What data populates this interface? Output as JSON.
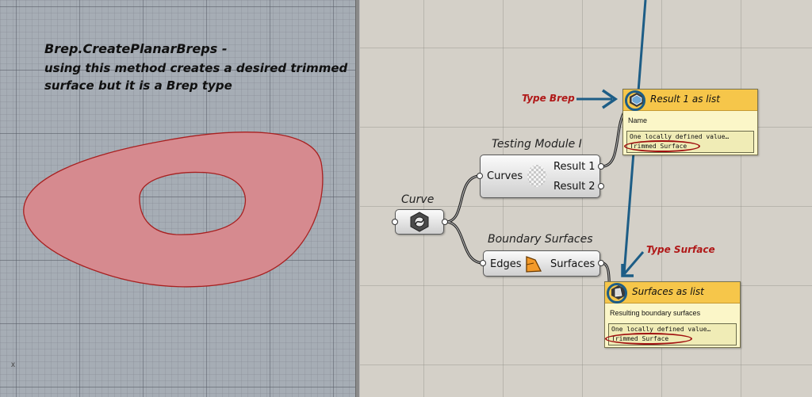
{
  "viewport": {
    "annotation_title": "Brep.CreatePlanarBreps -",
    "annotation_line1": "using this method creates a desired trimmed",
    "annotation_line2": "surface but it is a Brep type",
    "axis_label": "x"
  },
  "components": {
    "curve_param": {
      "title": "Curve"
    },
    "testing_module": {
      "title": "Testing Module I",
      "input": "Curves",
      "outputs": [
        "Result 1",
        "Result 2"
      ]
    },
    "boundary_surfaces": {
      "title": "Boundary Surfaces",
      "input": "Edges",
      "output": "Surfaces"
    }
  },
  "annotations": {
    "type_brep": "Type Brep",
    "type_surface": "Type Surface"
  },
  "panels": {
    "result_panel": {
      "title": "Result 1 as list",
      "description": "Name",
      "line1": "One locally defined value…",
      "line2": "Trimmed Surface"
    },
    "surfaces_panel": {
      "title": "Surfaces as list",
      "description": "Resulting boundary surfaces",
      "line1": "One locally defined value…",
      "line2": "Trimmed Surface"
    }
  },
  "colors": {
    "surface_fill": "#d68a8f",
    "surface_edge": "#a82020",
    "annotation_red": "#b01818",
    "arrow_blue": "#1d5d86",
    "panel_header": "#f6c64a",
    "panel_body": "#fbf6c8"
  }
}
